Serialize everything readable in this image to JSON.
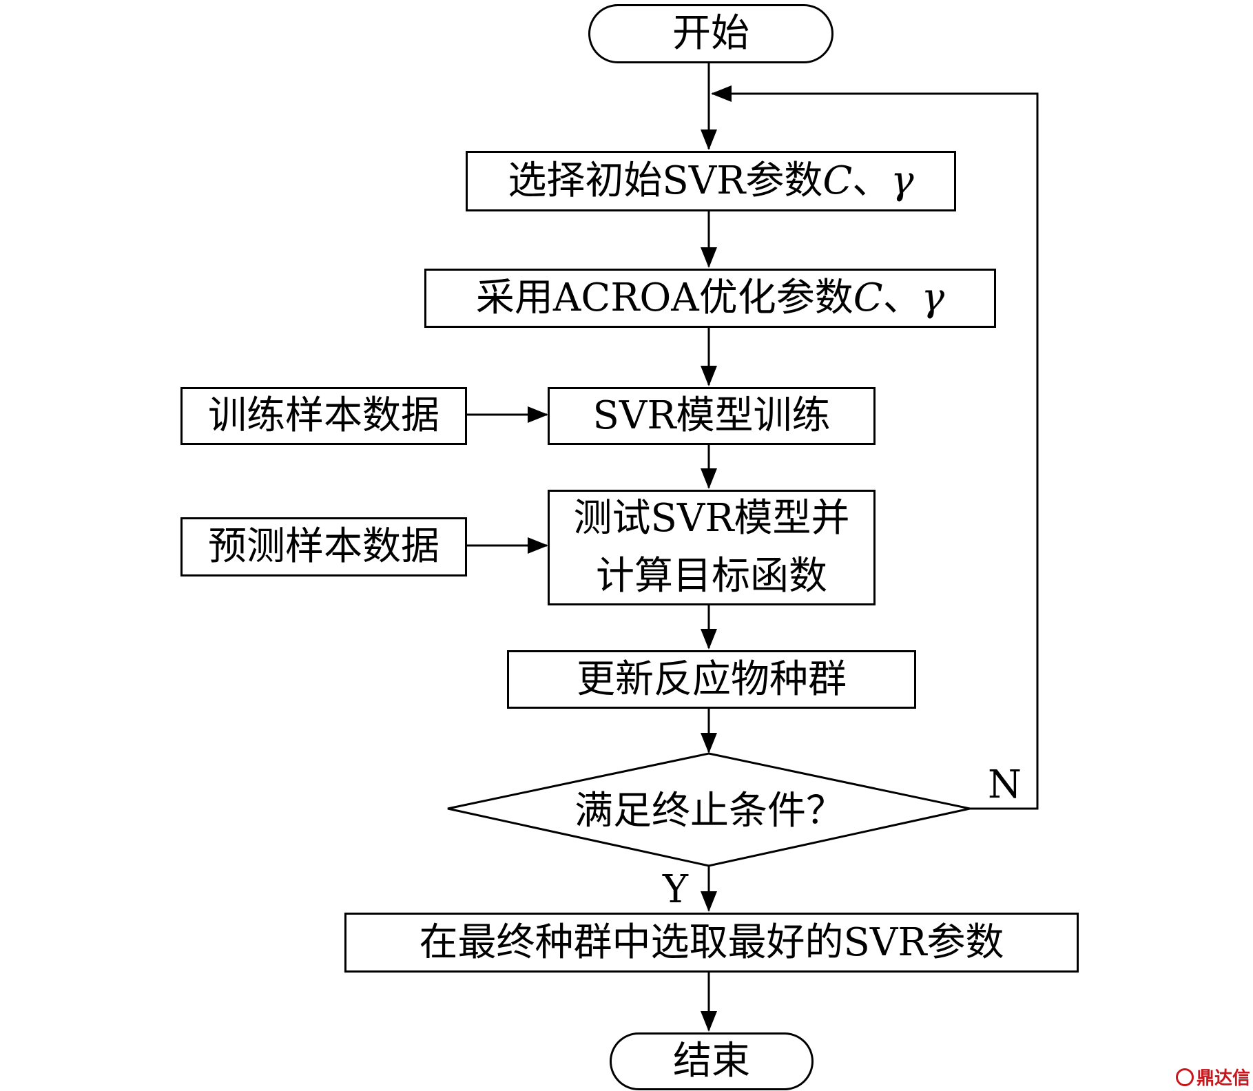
{
  "nodes": {
    "start": "开始",
    "select_params": {
      "text": "选择初始SVR参数",
      "sym_c": "C",
      "sep": "、",
      "sym_g": "γ"
    },
    "optimize": {
      "text": "采用ACROA优化参数",
      "sym_c": "C",
      "sep": "、",
      "sym_g": "γ"
    },
    "train_data": "训练样本数据",
    "svr_train": "SVR模型训练",
    "predict_data": "预测样本数据",
    "test_svr": {
      "line1": "测试SVR模型并",
      "line2": "计算目标函数"
    },
    "update_population": "更新反应物种群",
    "condition": "满足终止条件？",
    "select_best": "在最终种群中选取最好的SVR参数",
    "end": "结束"
  },
  "edge_labels": {
    "no": "N",
    "yes": "Y"
  },
  "watermark": "鼎达信",
  "colors": {
    "line": "#000000",
    "watermark": "#c8161d"
  }
}
